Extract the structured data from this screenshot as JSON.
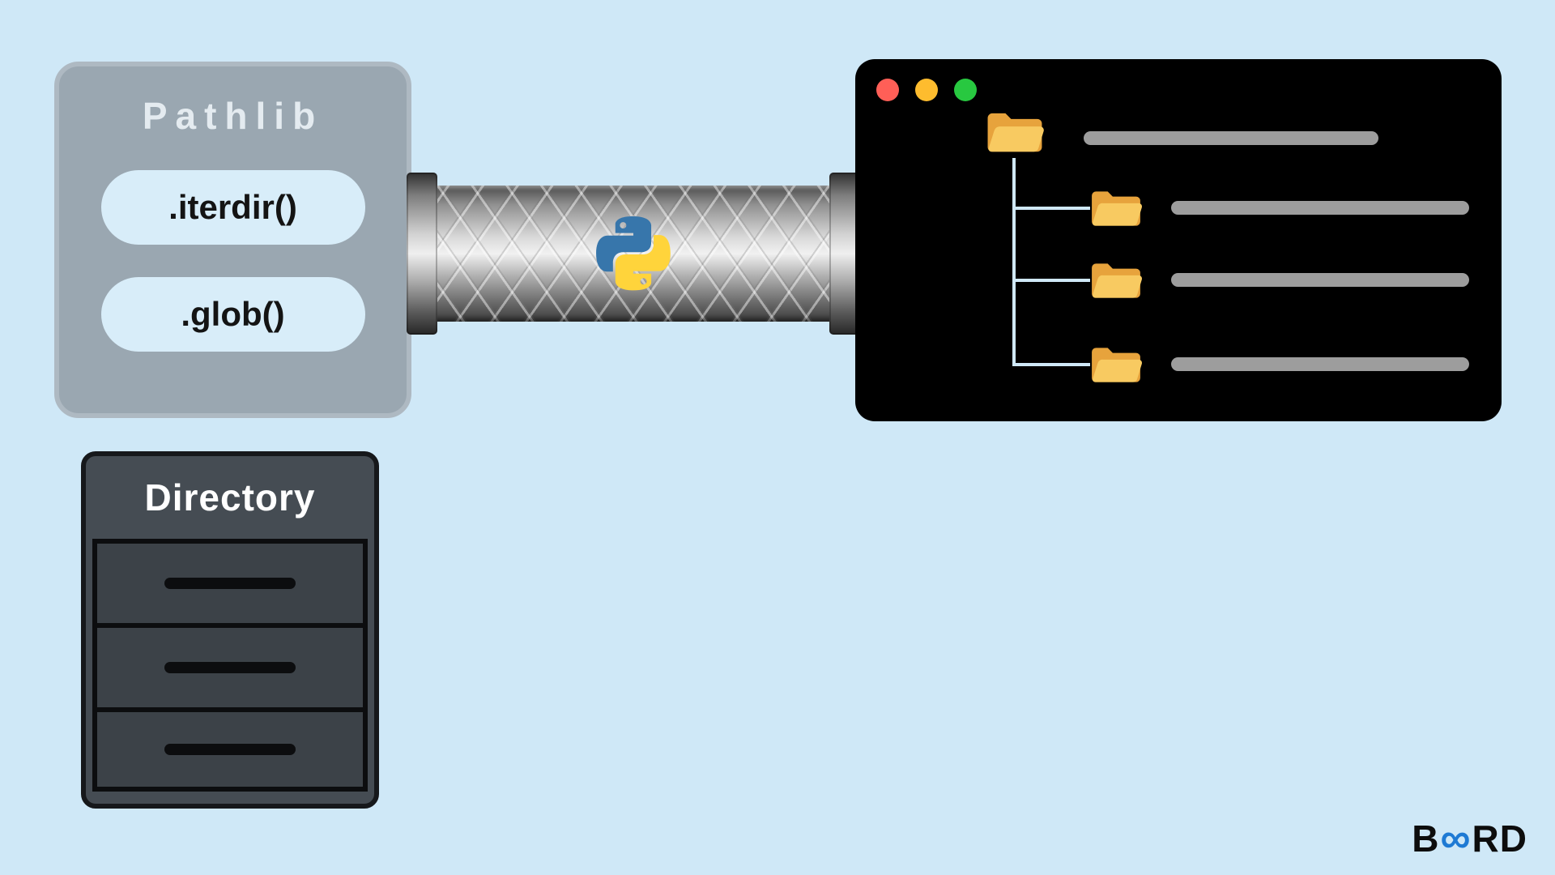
{
  "canvas": {
    "background": "#cfe8f7"
  },
  "pathlib_card": {
    "title": "Pathlib",
    "methods": [
      ".iterdir()",
      ".glob()"
    ],
    "card_color": "#9aa7b1",
    "pill_color": "#d8edf9"
  },
  "pipe": {
    "icon": "python-logo",
    "python_blue": "#3776ab",
    "python_yellow": "#ffd43b"
  },
  "terminal": {
    "background": "#000000",
    "traffic_lights": [
      "#ff5f57",
      "#febc2e",
      "#28c840"
    ],
    "tree": {
      "root": {
        "icon": "folder-icon",
        "label_bar": "placeholder"
      },
      "children": [
        {
          "icon": "folder-icon",
          "label_bar": "placeholder"
        },
        {
          "icon": "folder-icon",
          "label_bar": "placeholder"
        },
        {
          "icon": "folder-icon",
          "label_bar": "placeholder"
        }
      ],
      "connector_color": "#cfe8f7",
      "bar_color": "#9d9d9d"
    }
  },
  "cabinet": {
    "title": "Directory",
    "drawer_count": 3,
    "body_color": "#454c53"
  },
  "brand": {
    "parts": [
      "B",
      "∞",
      "RD"
    ],
    "accent": "#1e7ad4"
  }
}
